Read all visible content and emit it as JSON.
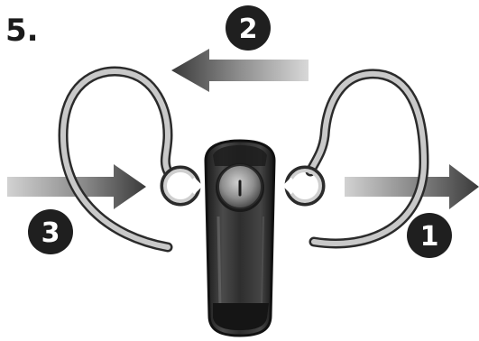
{
  "step": {
    "label": "5."
  },
  "badges": [
    {
      "id": "badge-1",
      "text": "1"
    },
    {
      "id": "badge-2",
      "text": "2"
    },
    {
      "id": "badge-3",
      "text": "3"
    }
  ],
  "colors": {
    "badge_fill": "#1f1f1f",
    "arrow_dark": "#3c3c3c",
    "arrow_light": "#c8c8c8",
    "hook_outline": "#2b2b2b",
    "hook_fill": "#c7c7c7",
    "device_body": "#2a2a2a"
  }
}
